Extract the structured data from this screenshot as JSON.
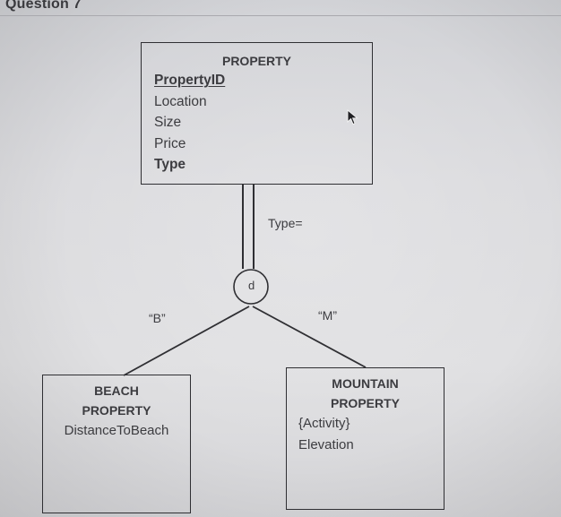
{
  "question_title": "Question 7",
  "supertype": {
    "name": "PROPERTY",
    "attributes": [
      {
        "text": "PropertyID",
        "style": "key"
      },
      {
        "text": "Location",
        "style": "normal"
      },
      {
        "text": "Size",
        "style": "normal"
      },
      {
        "text": "Price",
        "style": "normal"
      },
      {
        "text": "Type",
        "style": "bold"
      }
    ]
  },
  "discriminator_label": "Type=",
  "specialization_symbol": "d",
  "subtypes": [
    {
      "discriminator_value": "“B”",
      "name_line1": "BEACH",
      "name_line2": "PROPERTY",
      "attributes": [
        "DistanceToBeach"
      ]
    },
    {
      "discriminator_value": "“M”",
      "name_line1": "MOUNTAIN",
      "name_line2": "PROPERTY",
      "attributes": [
        "{Activity}",
        "Elevation"
      ]
    }
  ],
  "colors": {
    "line": "#2f2f33",
    "text": "#3c3c40"
  }
}
